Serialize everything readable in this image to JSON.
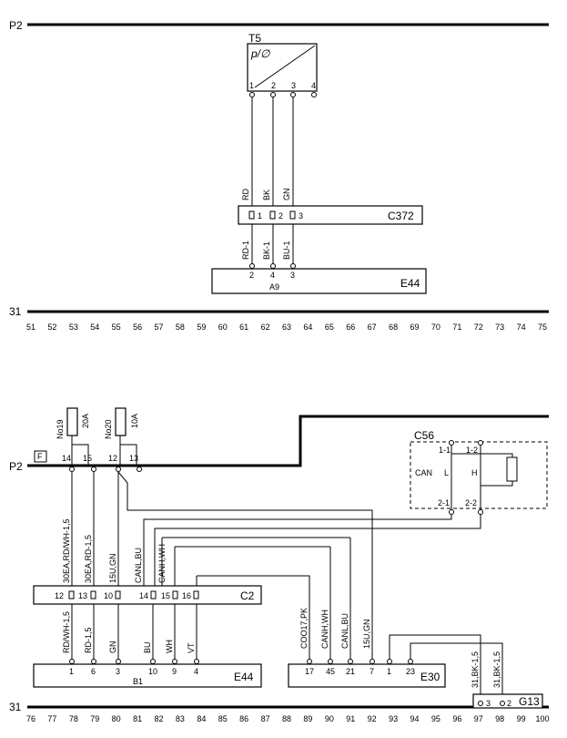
{
  "rails": {
    "top_p2": "P2",
    "top_31": "31",
    "bot_p2": "P2",
    "bot_31": "31"
  },
  "top": {
    "sensor": {
      "name": "T5",
      "symbol": "p/∅",
      "pins": [
        "1",
        "2",
        "3",
        "4"
      ]
    },
    "wires_upper": [
      "RD",
      "BK",
      "GN"
    ],
    "connector": {
      "name": "C372",
      "pins": [
        "1",
        "2",
        "3"
      ]
    },
    "wires_lower": [
      "RD-1",
      "BK-1",
      "BU-1"
    ],
    "module": {
      "name": "E44",
      "sub": "A9",
      "pins": [
        "2",
        "4",
        "3"
      ]
    }
  },
  "scale_top": [
    "51",
    "52",
    "53",
    "54",
    "55",
    "56",
    "57",
    "58",
    "59",
    "60",
    "61",
    "62",
    "63",
    "64",
    "65",
    "66",
    "67",
    "68",
    "69",
    "70",
    "71",
    "72",
    "73",
    "74",
    "75"
  ],
  "bottom": {
    "flag": "F",
    "fuses": [
      {
        "id": "No19",
        "rating": "20A"
      },
      {
        "id": "No20",
        "rating": "10A"
      }
    ],
    "rail_pins": [
      "14",
      "15",
      "12",
      "13"
    ],
    "c56": {
      "name": "C56",
      "can": "CAN",
      "l": "L",
      "h": "H",
      "pins_top": [
        "1-1",
        "1-2"
      ],
      "pins_bot": [
        "2-1",
        "2-2"
      ]
    },
    "left_wires": [
      "30EA,RD/WH-1,5",
      "30EA,RD-1,5",
      "15U,GN",
      "CANL,BU",
      "CANH,WH"
    ],
    "c2": {
      "name": "C2",
      "pins": [
        "12",
        "13",
        "10",
        "14",
        "15",
        "16"
      ]
    },
    "e44_wires": [
      "RD/WH-1,5",
      "RD-1,5",
      "GN",
      "BU",
      "WH",
      "VT"
    ],
    "e44": {
      "name": "E44",
      "sub": "B1",
      "pins": [
        "1",
        "6",
        "3",
        "10",
        "9",
        "4"
      ]
    },
    "e30_wires": [
      "COO17,PK",
      "CANH,WH",
      "CANL,BU",
      "15U,GN"
    ],
    "e30": {
      "name": "E30",
      "pins": [
        "17",
        "45",
        "21",
        "7",
        "1",
        "23"
      ]
    },
    "g13_wires": [
      "31,BK-1,5",
      "31,BK-1,5"
    ],
    "g13": {
      "name": "G13",
      "pins": [
        "3",
        "2"
      ]
    }
  },
  "scale_bottom": [
    "76",
    "77",
    "78",
    "79",
    "80",
    "81",
    "82",
    "83",
    "84",
    "85",
    "86",
    "87",
    "88",
    "89",
    "90",
    "91",
    "92",
    "93",
    "94",
    "95",
    "96",
    "97",
    "98",
    "99",
    "100"
  ]
}
